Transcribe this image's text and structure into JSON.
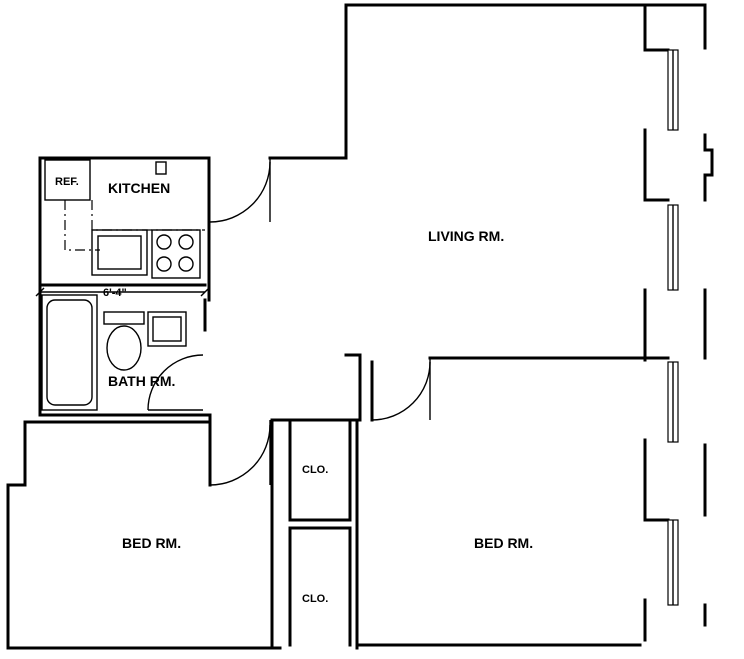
{
  "plan": {
    "rooms": {
      "living": "LIVING RM.",
      "kitchen": "KITCHEN",
      "bath": "BATH RM.",
      "bed_left": "BED RM.",
      "bed_right": "BED RM.",
      "closet_upper": "CLO.",
      "closet_lower": "CLO."
    },
    "fixtures": {
      "refrigerator": "REF."
    },
    "dimensions": {
      "kitchen_bath": "6'-4\""
    }
  }
}
